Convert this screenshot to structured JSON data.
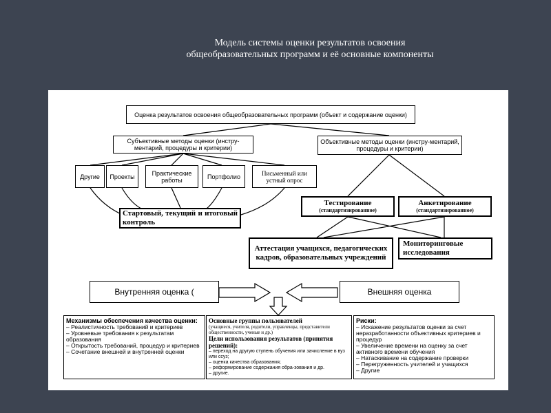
{
  "title": {
    "line1": "Модель системы оценки результатов освоения",
    "line2": "общеобразовательных программ и её основные  компоненты"
  },
  "diagram": {
    "top": "Оценка результатов освоения общеобразовательных программ (объект и содержание оценки)",
    "subjective": "Субъективные методы оценки (инстру-ментарий, процедуры и критерии)",
    "objective": "Объективные методы оценки (инстру-ментарий, процедуры и критерии)",
    "methods": [
      "Другие",
      "Проекты",
      "Практические работы",
      "Портфолио",
      "Письменный или устный опрос"
    ],
    "control": "Стартовый, текущий и итоговый контроль",
    "testing_title": "Тестирование",
    "testing_sub": "(стандартизированное)",
    "survey_title": "Анкетирование",
    "survey_sub": "(стандартизированное)",
    "attestation": "Аттестация учащихся, педагогических кадров, образовательных учреждений",
    "monitoring": "Мониторинговые исследования",
    "internal": "Внутренняя оценка (",
    "external": "Внешняя оценка"
  },
  "bottom": {
    "mechanisms": {
      "title": "Механизмы обеспечения качества оценки:",
      "items": [
        "– Реалистичность требований и критериев",
        "– Уровневые требования к результатам образования",
        "– Открытость требований, процедур и критериев",
        "– Сочетание внешней и внутренней оценки"
      ]
    },
    "groups": {
      "title": "Основные группы пользователей",
      "subtitle": "(учащиеся, учителя, родители, управленцы, представители общественности, ученые и др.)",
      "goals_title": "Цели использования результатов (принятия решений):",
      "goals": [
        "– переход на другую ступень обучения или зачисление в вуз или ссуз;",
        "– оценка качества образования;",
        "– реформирование содержания обра-зования и др.",
        "– другие."
      ]
    },
    "risks": {
      "title": "Риски:",
      "items": [
        "– Искажение результатов оценки за счет неразработанности объективных критериев и процедур",
        "– Увеличение времени на оценку за счет активного времени обучения",
        "– Натаскивание на содержание проверки",
        "– Перегруженность учителей и учащихся",
        "– Другие"
      ]
    }
  }
}
